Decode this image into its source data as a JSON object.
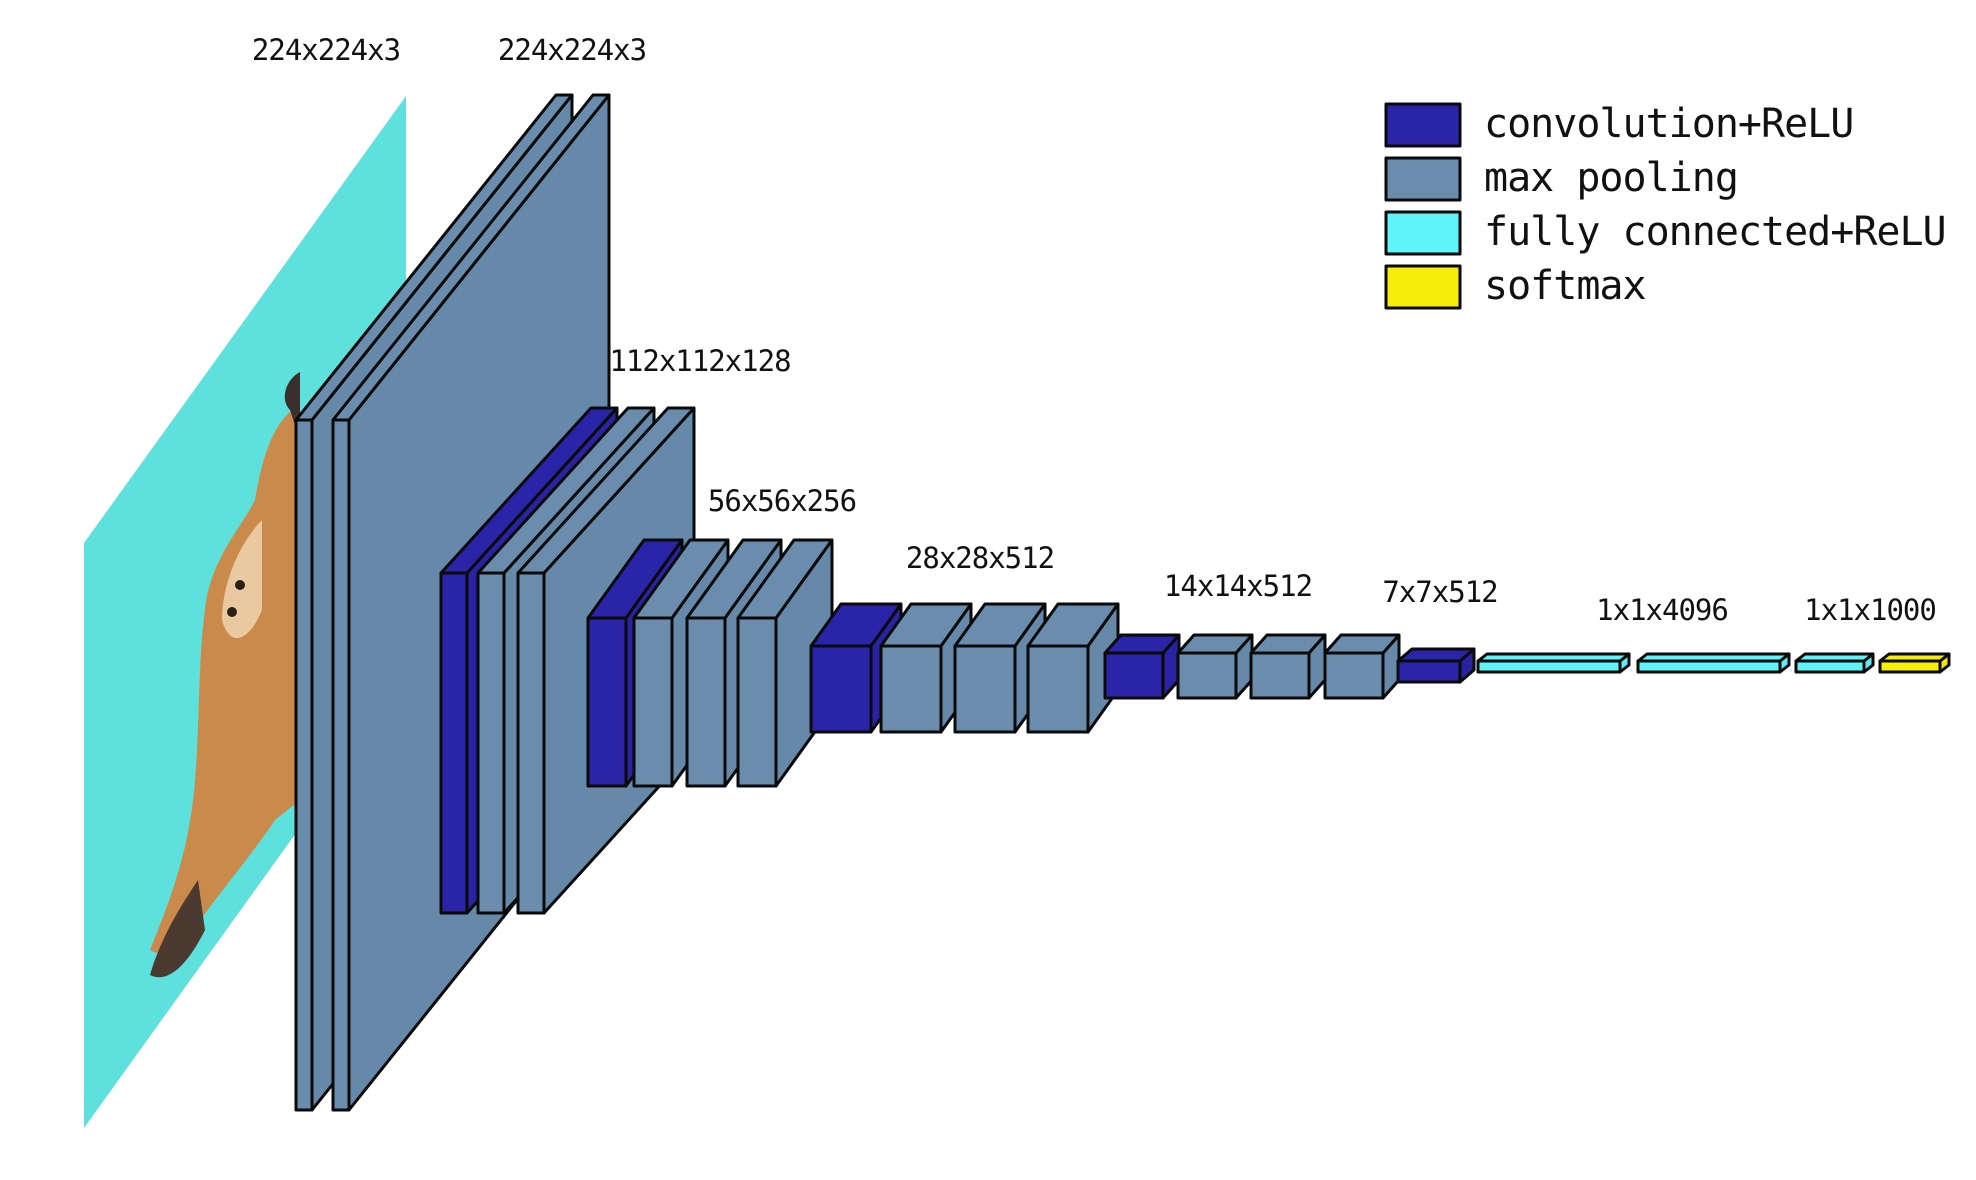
{
  "colors": {
    "convolution": "#2a24a8",
    "pooling": "#6a8dae",
    "fully_connected": "#5ef4fa",
    "softmax": "#f6ee0a",
    "input_plane": "#5ee0dc",
    "outline": "#0a0a0a"
  },
  "input": {
    "image": "cat-photo",
    "label": "224x224x3"
  },
  "stages": [
    {
      "label": "224x224x3"
    },
    {
      "label": "112x112x128"
    },
    {
      "label": "56x56x256"
    },
    {
      "label": "28x28x512"
    },
    {
      "label": "14x14x512"
    },
    {
      "label": "7x7x512"
    },
    {
      "label": "1x1x4096"
    },
    {
      "label": "1x1x1000"
    }
  ],
  "legend": [
    {
      "key": "convolution",
      "label": "convolution+ReLU"
    },
    {
      "key": "pooling",
      "label": "max pooling"
    },
    {
      "key": "fully_connected",
      "label": "fully connected+ReLU"
    },
    {
      "key": "softmax",
      "label": "softmax"
    }
  ],
  "layers": [
    {
      "type": "pooling",
      "stage": 0
    },
    {
      "type": "pooling",
      "stage": 0
    },
    {
      "type": "convolution",
      "stage": 1
    },
    {
      "type": "pooling",
      "stage": 1
    },
    {
      "type": "pooling",
      "stage": 1
    },
    {
      "type": "convolution",
      "stage": 2
    },
    {
      "type": "pooling",
      "stage": 2
    },
    {
      "type": "pooling",
      "stage": 2
    },
    {
      "type": "pooling",
      "stage": 2
    },
    {
      "type": "convolution",
      "stage": 3
    },
    {
      "type": "pooling",
      "stage": 3
    },
    {
      "type": "pooling",
      "stage": 3
    },
    {
      "type": "pooling",
      "stage": 3
    },
    {
      "type": "convolution",
      "stage": 4
    },
    {
      "type": "pooling",
      "stage": 4
    },
    {
      "type": "pooling",
      "stage": 4
    },
    {
      "type": "pooling",
      "stage": 4
    },
    {
      "type": "convolution",
      "stage": 5
    },
    {
      "type": "fully_connected",
      "stage": 6
    },
    {
      "type": "fully_connected",
      "stage": 6
    },
    {
      "type": "fully_connected",
      "stage": 7
    },
    {
      "type": "softmax",
      "stage": 7
    }
  ]
}
